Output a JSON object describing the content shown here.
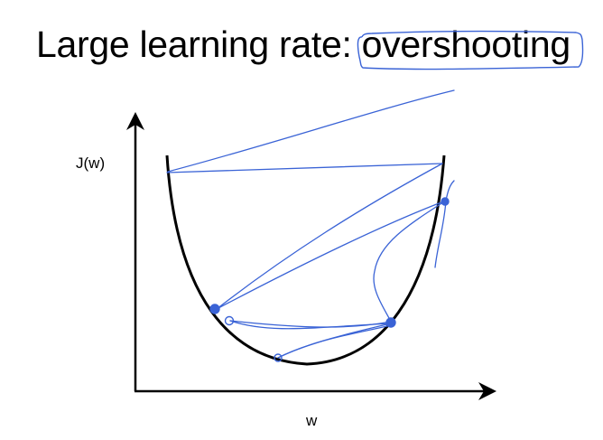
{
  "slide": {
    "title": "Large learning rate: overshooting"
  },
  "diagram": {
    "ylabel": "J(w)",
    "xlabel": "w",
    "colors": {
      "curve": "#000000",
      "axes": "#000000",
      "ink": "#3a63d6"
    }
  }
}
